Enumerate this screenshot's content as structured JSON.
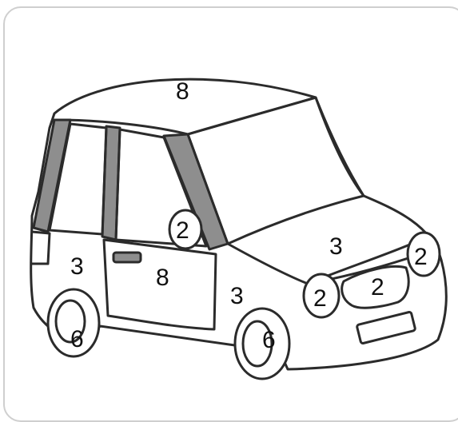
{
  "colors": {
    "outline": "#2b2b2b",
    "pillar_fill": "#8e8e8e",
    "frame_border": "#cfcfcf",
    "number_text": "#111111"
  },
  "labels": {
    "roof": "8",
    "rear_side": "3",
    "door": "8",
    "front_side": "3",
    "hood": "3",
    "mirror": "2",
    "headlight_left": "2",
    "grille": "2",
    "headlight_right": "2",
    "rear_wheel": "6",
    "front_wheel": "6"
  }
}
